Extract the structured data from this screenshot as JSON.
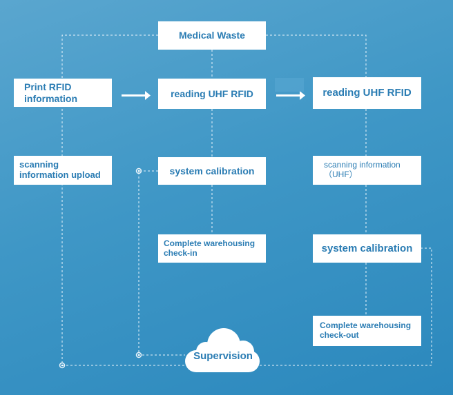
{
  "nodes": {
    "medical_waste": "Medical Waste",
    "print_rfid": [
      "Print RFID",
      "information"
    ],
    "reading_uhf_1": "reading UHF RFID",
    "reading_uhf_2": "reading UHF RFID",
    "scanning_upload": [
      "scanning",
      "information upload"
    ],
    "system_calibration_1": "system calibration",
    "scanning_uhf": [
      "scanning information",
      "（UHF）"
    ],
    "complete_checkin": [
      "Complete warehousing",
      "check-in"
    ],
    "system_calibration_2": "system calibration",
    "complete_checkout": [
      "Complete warehousing",
      "check-out"
    ],
    "supervision": "Supervision"
  },
  "colors": {
    "background": "#3f97c6",
    "box": "#ffffff",
    "text": "#2a7cb3",
    "line": "#e8f3fa"
  }
}
